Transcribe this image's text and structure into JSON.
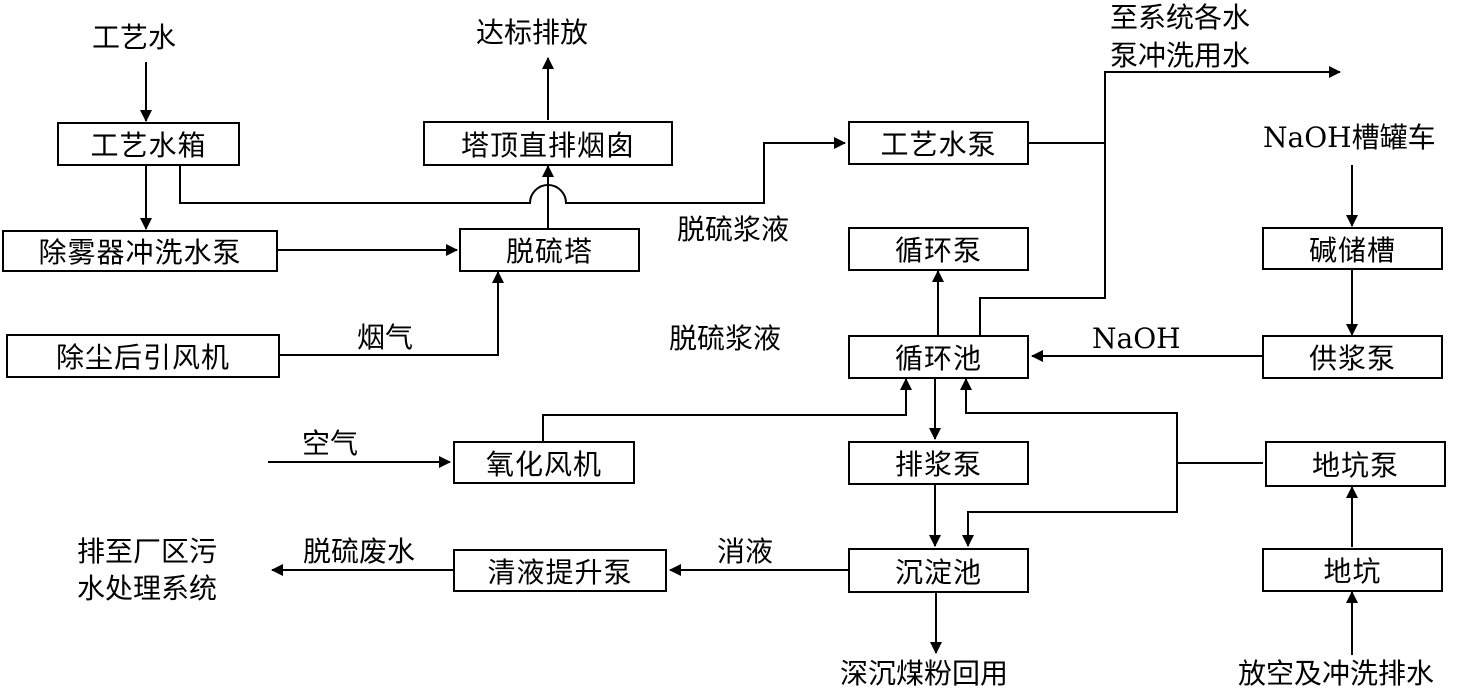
{
  "boxes": {
    "process_water_tank": "工艺水箱",
    "mist_pump": "除雾器冲洗水泵",
    "induced_fan": "除尘后引风机",
    "tower_chimney": "塔顶直排烟囱",
    "desulfurization_tower": "脱硫塔",
    "process_water_pump": "工艺水泵",
    "circulation_pump": "循环泵",
    "circulation_tank": "循环池",
    "oxidation_fan": "氧化风机",
    "slurry_discharge_pump": "排浆泵",
    "sedimentation_tank": "沉淀池",
    "clear_liquid_pump": "清液提升泵",
    "alkali_tank": "碱储槽",
    "supply_pump": "供浆泵",
    "pit_pump": "地坑泵",
    "pit": "地坑"
  },
  "labels": {
    "process_water": "工艺水",
    "discharge_standard": "达标排放",
    "to_pumps_line1": "至系统各水",
    "to_pumps_line2": "泵冲洗用水",
    "naoh_truck": "NaOH槽罐车",
    "slurry_upper": "脱硫浆液",
    "slurry_lower": "脱硫浆液",
    "flue_gas": "烟气",
    "naoh": "NaOH",
    "air": "空气",
    "clear_liquid": "消液",
    "waste_water": "脱硫废水",
    "to_plant_line1": "排至厂区污",
    "to_plant_line2": "水处理系统",
    "coal_recovery": "深沉煤粉回用",
    "venting_water": "放空及冲洗排水"
  }
}
